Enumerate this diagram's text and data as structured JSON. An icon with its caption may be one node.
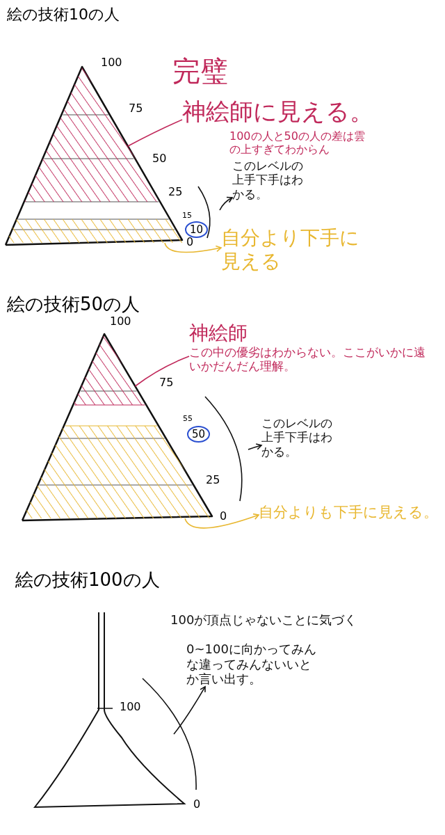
{
  "diagram": {
    "nodes": [
      {
        "text": [
          "絵の技術10の人"
        ]
      },
      {
        "text": [],
        "shape": "triangle",
        "in": 0
      },
      {
        "text": [],
        "shape": "bar",
        "in": 0
      },
      {
        "text": [
          "完璧"
        ],
        "in": 0
      },
      {
        "text": [
          "神絵師に見える。"
        ],
        "in": 0
      },
      {
        "text": [
          "100の人と50の人の差は雲の上すぎてわからん"
        ],
        "in": 0
      },
      {
        "text": [
          "このレベルの上手下手はわかる。"
        ],
        "in": 0
      },
      {
        "text": [
          "自分より下手に見える"
        ],
        "in": 0
      },
      {
        "text": [
          "絵の技術50の人"
        ]
      },
      {
        "text": [],
        "shape": "triangle",
        "in": 8
      },
      {
        "text": [],
        "shape": "bar",
        "in": 8
      },
      {
        "text": [
          "神絵師",
          "この中の優劣はわからない。ここがいかに遠いかだんだん理解。"
        ],
        "in": 8
      },
      {
        "text": [
          "このレベルの上手下手はわかる。"
        ],
        "in": 8
      },
      {
        "text": [
          "自分よりも下手に見える。"
        ],
        "in": 8
      },
      {
        "text": [
          "絵の技術100の人"
        ]
      },
      {
        "text": [
          "100が頂点じゃないことに気づく"
        ],
        "in": 14
      },
      {
        "text": [
          "0~100に向かってみんな違ってみんないいとか言い出す。"
        ],
        "in": 14
      }
    ],
    "edges": [
      {
        "from": 4,
        "to": 1,
        "arrow": "none",
        "color": "#c0285a"
      },
      {
        "from": null,
        "to": 6,
        "arrow": "to"
      },
      {
        "from": 2,
        "to": 7,
        "arrow": "to",
        "color": "#e8b730"
      },
      {
        "from": 11,
        "to": 9,
        "arrow": "none",
        "color": "#c0285a"
      },
      {
        "from": null,
        "to": 12,
        "arrow": "to"
      },
      {
        "from": 10,
        "to": 13,
        "arrow": "to",
        "color": "#e8b730"
      },
      {
        "from": null,
        "to": 16,
        "arrow": "to"
      }
    ],
    "labels": [
      "100",
      "75",
      "50",
      "25",
      "15",
      "10",
      "0",
      "100",
      "75",
      "55",
      "50",
      "25",
      "0",
      "100",
      "0"
    ]
  }
}
